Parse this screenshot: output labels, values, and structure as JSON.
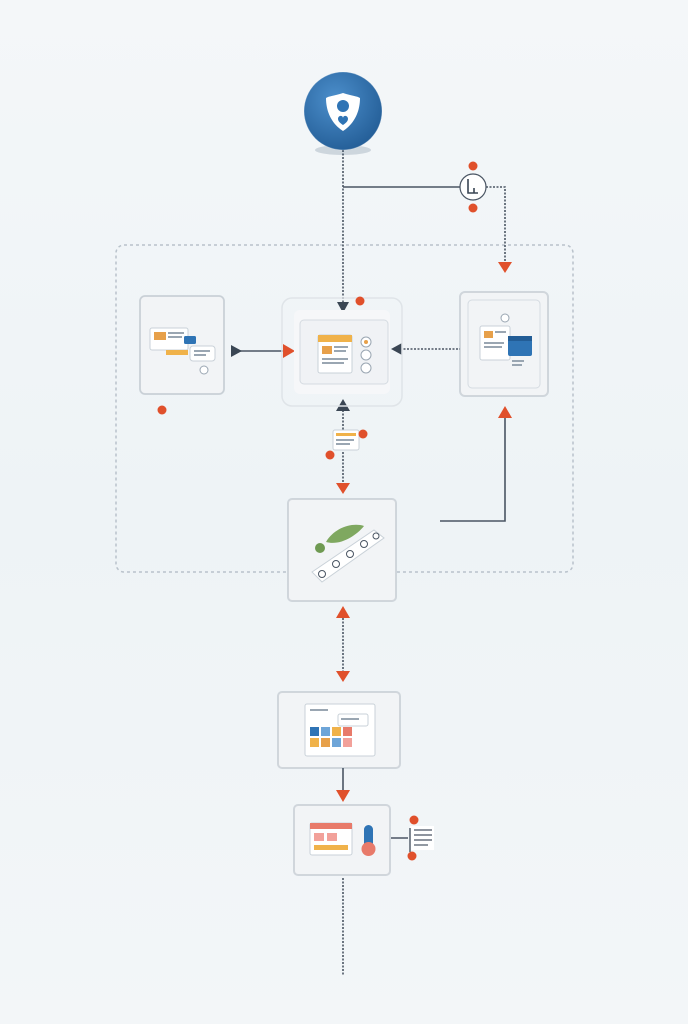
{
  "diagram": {
    "colors": {
      "accent": "#2f74b5",
      "arrow_red": "#e0502b",
      "arrow_dark": "#3a4654",
      "connector": "#4a5563",
      "card_bg": "#f1f3f6",
      "dashed_border": "#b9c2cb"
    },
    "nodes": [
      {
        "id": "start",
        "icon": "shield-heart-icon"
      },
      {
        "id": "branch",
        "icon": "timer-icon"
      },
      {
        "id": "left-module",
        "icon": "document-chat-icon"
      },
      {
        "id": "center-hub",
        "icon": "dashboard-document-icon"
      },
      {
        "id": "right-module",
        "icon": "document-folder-icon"
      },
      {
        "id": "map-module",
        "icon": "map-route-icon"
      },
      {
        "id": "chart-module",
        "icon": "bar-chart-icon"
      },
      {
        "id": "output-module",
        "icon": "report-thermometer-icon"
      }
    ],
    "edges": [
      {
        "from": "start",
        "to": "center-hub"
      },
      {
        "from": "start",
        "to": "right-module",
        "via": "branch"
      },
      {
        "from": "left-module",
        "to": "center-hub"
      },
      {
        "from": "right-module",
        "to": "center-hub"
      },
      {
        "from": "center-hub",
        "to": "map-module",
        "bidirectional": true
      },
      {
        "from": "map-module",
        "to": "right-module"
      },
      {
        "from": "map-module",
        "to": "chart-module",
        "bidirectional": true
      },
      {
        "from": "chart-module",
        "to": "output-module"
      }
    ]
  }
}
